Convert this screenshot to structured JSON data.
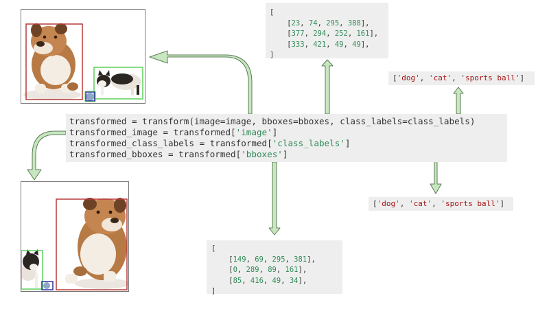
{
  "code": {
    "line1": "transformed = transform(image=image, bboxes=bboxes, class_labels=class_labels)",
    "line2_prefix": "transformed_image = transformed[",
    "line2_key": "'image'",
    "line2_suffix": "]",
    "line3_prefix": "transformed_class_labels = transformed[",
    "line3_key": "'class_labels'",
    "line3_suffix": "]",
    "line4_prefix": "transformed_bboxes = transformed[",
    "line4_key": "'bboxes'",
    "line4_suffix": "]"
  },
  "original_bboxes": {
    "open": "[",
    "rows": [
      [
        "23",
        "74",
        "295",
        "388"
      ],
      [
        "377",
        "294",
        "252",
        "161"
      ],
      [
        "333",
        "421",
        "49",
        "49"
      ]
    ],
    "close": "]"
  },
  "transformed_bboxes": {
    "open": "[",
    "rows": [
      [
        "149",
        "69",
        "295",
        "381"
      ],
      [
        "0",
        "289",
        "89",
        "161"
      ],
      [
        "85",
        "416",
        "49",
        "34"
      ]
    ],
    "close": "]"
  },
  "original_labels": [
    "dog",
    "cat",
    "sports ball"
  ],
  "transformed_labels": [
    "dog",
    "cat",
    "sports ball"
  ],
  "colors": {
    "arrow_fill": "#c8e6c0",
    "arrow_stroke": "#5a7d55",
    "dog_box": "#b73a3a",
    "cat_box": "#5bd05b",
    "ball_box": "#2e2ea0",
    "number": "#2e8b57",
    "string": "#a31515",
    "code_bg": "#eeeeee"
  }
}
